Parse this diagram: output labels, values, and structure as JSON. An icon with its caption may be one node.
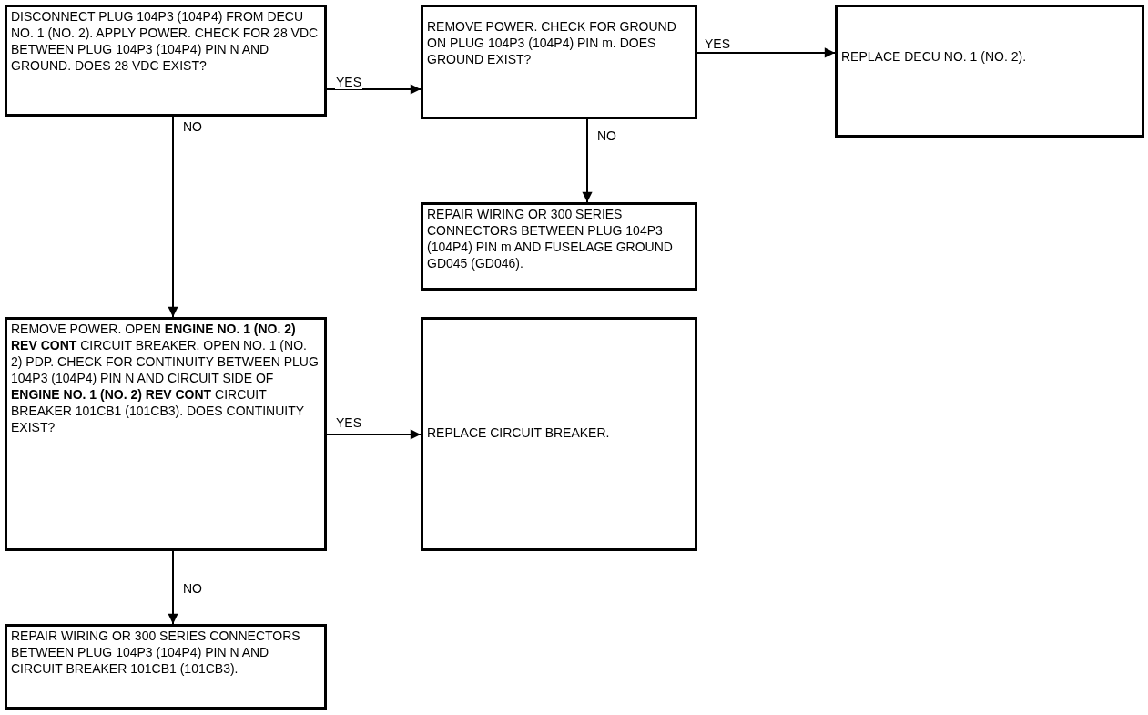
{
  "diagram": {
    "nodes": [
      {
        "text": [
          "DISCONNECT PLUG 104P3 (104P4) FROM DECU NO. 1 (NO. 2). APPLY POWER. CHECK FOR 28 VDC BETWEEN PLUG 104P3 (104P4) PIN N AND GROUND. DOES 28 VDC EXIST?"
        ]
      },
      {
        "text": [
          "REMOVE POWER. CHECK FOR GROUND ON PLUG 104P3 (104P4) PIN m. DOES GROUND EXIST?"
        ]
      },
      {
        "text": [
          "REPLACE DECU NO. 1 (NO. 2)."
        ]
      },
      {
        "text": [
          "REPAIR WIRING OR 300 SERIES CONNECTORS BETWEEN PLUG 104P3 (104P4) PIN m AND FUSELAGE GROUND GD045 (GD046)."
        ]
      },
      {
        "text": [
          "REMOVE POWER. OPEN **ENGINE NO. 1 (NO. 2) REV CONT** CIRCUIT BREAKER. OPEN NO. 1 (NO. 2) PDP. CHECK FOR CONTINUITY BETWEEN PLUG 104P3 (104P4) PIN N AND CIRCUIT SIDE OF **ENGINE NO. 1 (NO. 2) REV CONT** CIRCUIT BREAKER 101CB1 (101CB3). DOES CONTINUITY EXIST?"
        ]
      },
      {
        "text": [
          "REPLACE CIRCUIT BREAKER."
        ]
      },
      {
        "text": [
          "REPAIR WIRING OR 300 SERIES CONNECTORS BETWEEN PLUG 104P3 (104P4) PIN N AND CIRCUIT BREAKER 101CB1 (101CB3)."
        ]
      }
    ],
    "edges": [
      {
        "from": 0,
        "to": 1,
        "arrow": "to",
        "label": "YES"
      },
      {
        "from": 1,
        "to": 2,
        "arrow": "to",
        "label": "YES"
      },
      {
        "from": 1,
        "to": 3,
        "arrow": "to",
        "label": "NO"
      },
      {
        "from": 0,
        "to": 4,
        "arrow": "to",
        "label": "NO"
      },
      {
        "from": 4,
        "to": 5,
        "arrow": "to",
        "label": "YES"
      },
      {
        "from": 4,
        "to": 6,
        "arrow": "to",
        "label": "NO"
      }
    ]
  }
}
